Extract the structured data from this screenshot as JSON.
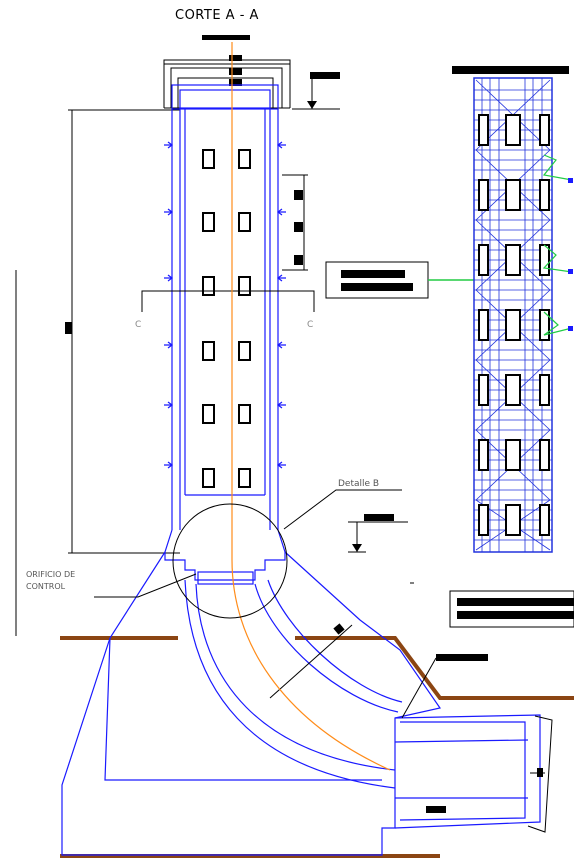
{
  "drawing": {
    "title": "CORTE A - A",
    "section_marker_left": "C",
    "section_marker_right": "C",
    "detail_label": "Detalle B",
    "orifice_label_line1": "ORIFICIO DE",
    "orifice_label_line2": "CONTROL"
  },
  "colors": {
    "structure": "#1a1aff",
    "axis": "#ff8c1a",
    "dimension": "#000000",
    "terrain": "#8b4513",
    "rebar": "#2233dd",
    "annotation": "#22cc44"
  }
}
